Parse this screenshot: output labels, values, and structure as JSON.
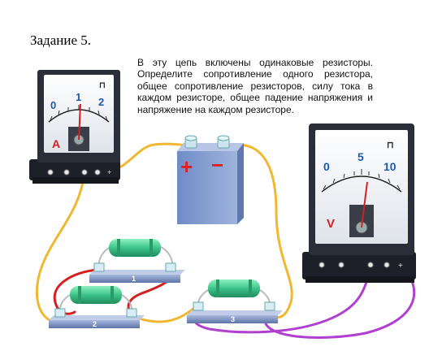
{
  "task": {
    "title": "Задание 5.",
    "text": "В эту цепь включены одинаковые резисторы. Определите сопротивление одного резистора, общее сопротивление резисторов, силу тока в каждом резисторе, общее падение напряжения и напряжение на каждом резисторе."
  },
  "ammeter": {
    "letter": "A",
    "scale": [
      "0",
      "1",
      "2"
    ],
    "terminal_sign": "+"
  },
  "voltmeter": {
    "letter": "V",
    "scale": [
      "0",
      "5",
      "10"
    ],
    "terminal_sign": "+"
  },
  "battery": {
    "plus": "+",
    "minus": "−"
  },
  "resistors": [
    {
      "label": "1"
    },
    {
      "label": "2"
    },
    {
      "label": "3"
    }
  ],
  "colors": {
    "wire_yellow": "#f0b830",
    "wire_red": "#d42020",
    "wire_purple": "#b040d0",
    "meter_body": "#2a2e38",
    "resistor_green": "#3cc48a",
    "board_blue": "#7a8fc0",
    "battery_blue": "#7d98cc"
  }
}
